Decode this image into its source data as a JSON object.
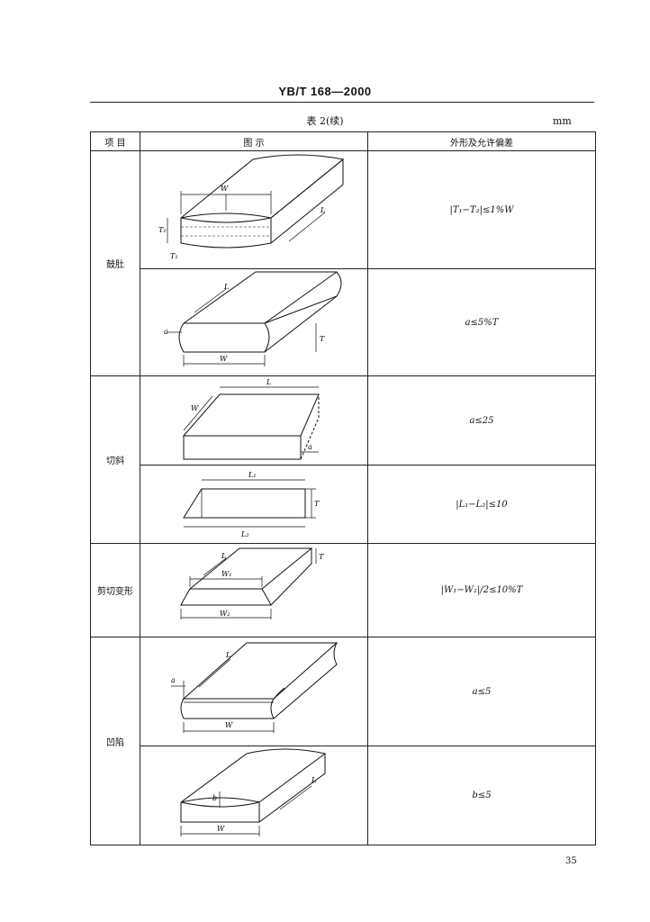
{
  "header": {
    "standard": "YB/T 168—2000"
  },
  "caption": "表 2(续)",
  "unit": "mm",
  "table": {
    "columns": [
      "项    目",
      "图          示",
      "外形及允许偏差"
    ],
    "groups": [
      {
        "item": "鼓肚",
        "rows": [
          {
            "tolerance": "|T₁−T₂|≤1%W",
            "labels": {
              "w": "W",
              "l": "L",
              "t1": "T₁",
              "t2": "T₂"
            }
          },
          {
            "tolerance": "a≤5%T",
            "labels": {
              "l": "L",
              "a": "a",
              "t": "T",
              "w": "W"
            }
          }
        ]
      },
      {
        "item": "切斜",
        "rows": [
          {
            "tolerance": "a≤25",
            "labels": {
              "l": "L",
              "w": "W",
              "a": "a"
            }
          },
          {
            "tolerance": "|L₁−L₂|≤10",
            "labels": {
              "l1": "L₁",
              "l2": "L₂",
              "t": "T"
            }
          }
        ]
      },
      {
        "item": "剪切变形",
        "rows": [
          {
            "tolerance": "|W₁−W₂|/2≤10%T",
            "labels": {
              "l": "L",
              "w1": "W₁",
              "w2": "W₂",
              "t": "T"
            }
          }
        ]
      },
      {
        "item": "凹陷",
        "rows": [
          {
            "tolerance": "a≤5",
            "labels": {
              "l": "L",
              "a": "a",
              "w": "W"
            }
          },
          {
            "tolerance": "b≤5",
            "labels": {
              "l": "L",
              "b": "b",
              "w": "W"
            }
          }
        ]
      }
    ]
  },
  "page_number": "35"
}
